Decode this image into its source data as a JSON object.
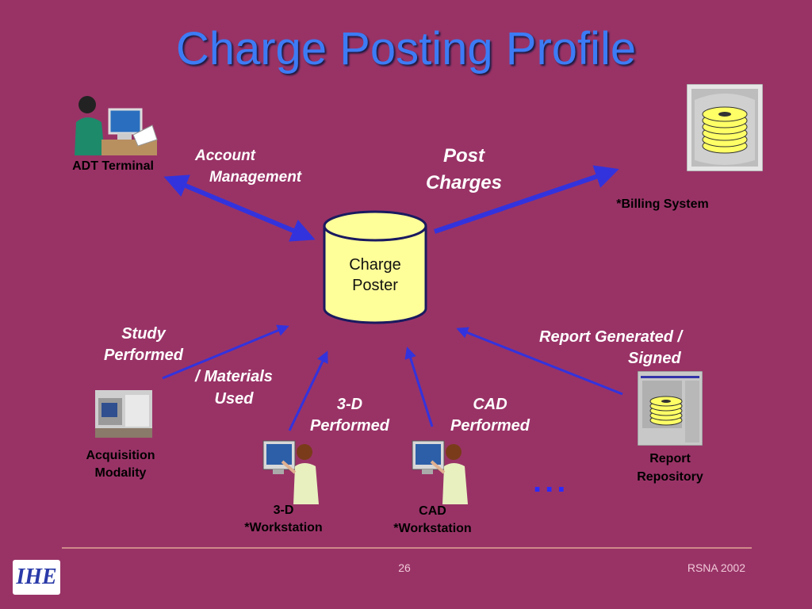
{
  "title": "Charge Posting Profile",
  "actors": {
    "adt": "ADT Terminal",
    "billing": "*Billing System",
    "poster_line1": "Charge",
    "poster_line2": "Poster",
    "modality_line1": "Acquisition",
    "modality_line2": "Modality",
    "ws3d_line1": "3-D",
    "ws3d_line2": "*Workstation",
    "cad_line1": "CAD",
    "cad_line2": "*Workstation",
    "report_line1": "Report",
    "report_line2": "Repository"
  },
  "transactions": {
    "account_line1": "Account",
    "account_line2": "Management",
    "post_line1": "Post",
    "post_line2": "Charges",
    "study_line1": "Study",
    "study_line2": "Performed",
    "materials_line1": "/ Materials",
    "materials_line2": "Used",
    "perf3d_line1": "3-D",
    "perf3d_line2": "Performed",
    "cadperf_line1": "CAD",
    "cadperf_line2": "Performed",
    "report_line1": "Report Generated /",
    "report_line2": "Signed"
  },
  "ellipsis": "...",
  "footer": {
    "logo": "IHE",
    "page": "26",
    "event": "RSNA 2002"
  },
  "colors": {
    "background": "#993366",
    "title": "#3d7bf5",
    "arrow": "#3333dd",
    "poster_fill": "#ffff99"
  }
}
